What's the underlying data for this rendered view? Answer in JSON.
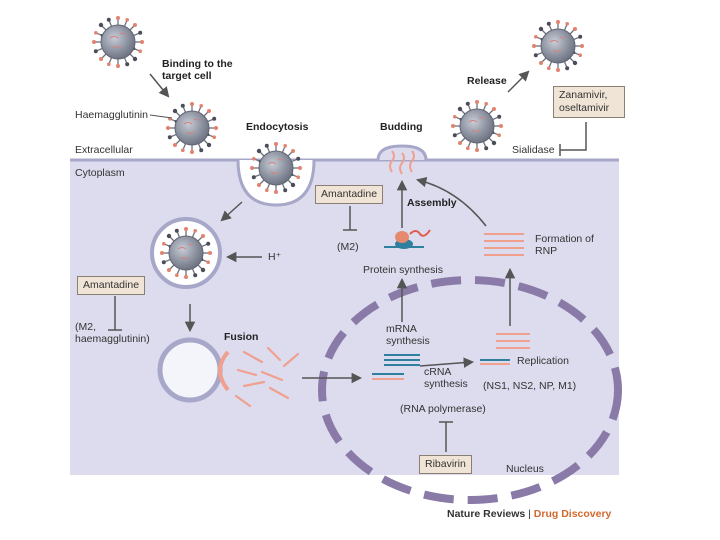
{
  "labels": {
    "binding": "Binding to the target cell",
    "haemagglutinin": "Haemagglutinin",
    "extracellular": "Extracellular",
    "cytoplasm": "Cytoplasm",
    "endocytosis": "Endocytosis",
    "budding": "Budding",
    "release": "Release",
    "sialidase": "Sialidase",
    "assembly": "Assembly",
    "m2": "(M2)",
    "protein_synthesis": "Protein synthesis",
    "formation_rnp": "Formation of RNP",
    "h_plus": "H⁺",
    "m2_haemagglutinin": "(M2, haemagglutinin)",
    "fusion": "Fusion",
    "mrna_synthesis": "mRNA synthesis",
    "replication": "Replication",
    "crna_synthesis": "cRNA synthesis",
    "ns_proteins": "(NS1, NS2, NP, M1)",
    "rna_polymerase": "(RNA polymerase)",
    "nucleus": "Nucleus"
  },
  "drugs": {
    "zanamivir": "Zanamivir, oseltamivir",
    "amantadine_top": "Amantadine",
    "amantadine_left": "Amantadine",
    "ribavirin": "Ribavirin"
  },
  "credit": {
    "journal": "Nature Reviews",
    "separator": "|",
    "section": "Drug Discovery"
  },
  "colors": {
    "cytoplasm": "#dcdcee",
    "nucleus_dash": "#8a7aa8",
    "virus_body": "#8a8f9e",
    "rna": "#f0a08e",
    "mrna": "#2f7f9e",
    "drug_box": "#efe4d6"
  }
}
